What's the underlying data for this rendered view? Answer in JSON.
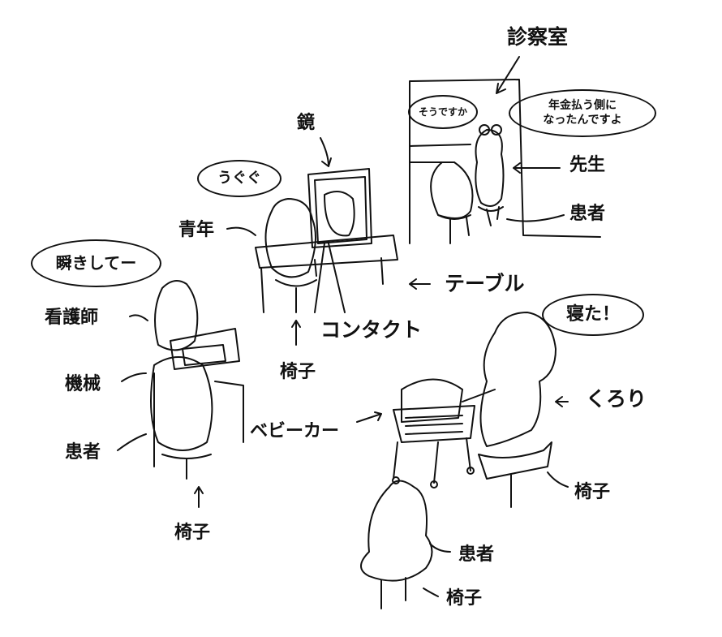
{
  "room_label": "診察室",
  "bubbles": {
    "patient_reply": "そうですか",
    "doctor_line1": "年金払う側に",
    "doctor_line2": "なったんですよ",
    "youth": "うぐぐ",
    "nurse": "瞬きしてー",
    "kurori": "寝た！"
  },
  "labels": {
    "doctor": "先生",
    "exam_patient": "患者",
    "mirror": "鏡",
    "youth": "青年",
    "table": "テーブル",
    "contact": "コンタクト",
    "youth_chair": "椅子",
    "nurse": "看護師",
    "machine": "機械",
    "left_patient": "患者",
    "left_chair": "椅子",
    "stroller": "ベビーカー",
    "kurori": "くろり",
    "kurori_chair": "椅子",
    "front_patient": "患者",
    "front_chair": "椅子"
  }
}
